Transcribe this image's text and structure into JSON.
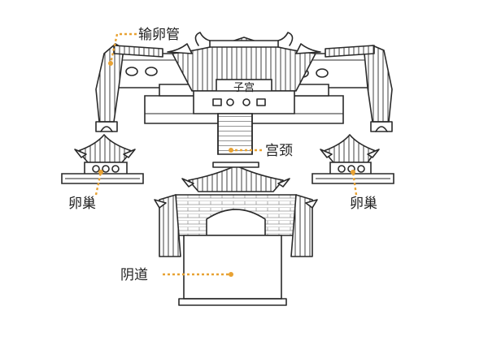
{
  "labels": {
    "fallopian_tube": "输卵管",
    "uterus": "子宫",
    "cervix": "宫颈",
    "ovary_left": "卵巢",
    "ovary_right": "卵巢",
    "vagina": "阴道"
  },
  "colors": {
    "leader": "#e8a233",
    "ink": "#2a2a2a",
    "background": "#ffffff"
  }
}
